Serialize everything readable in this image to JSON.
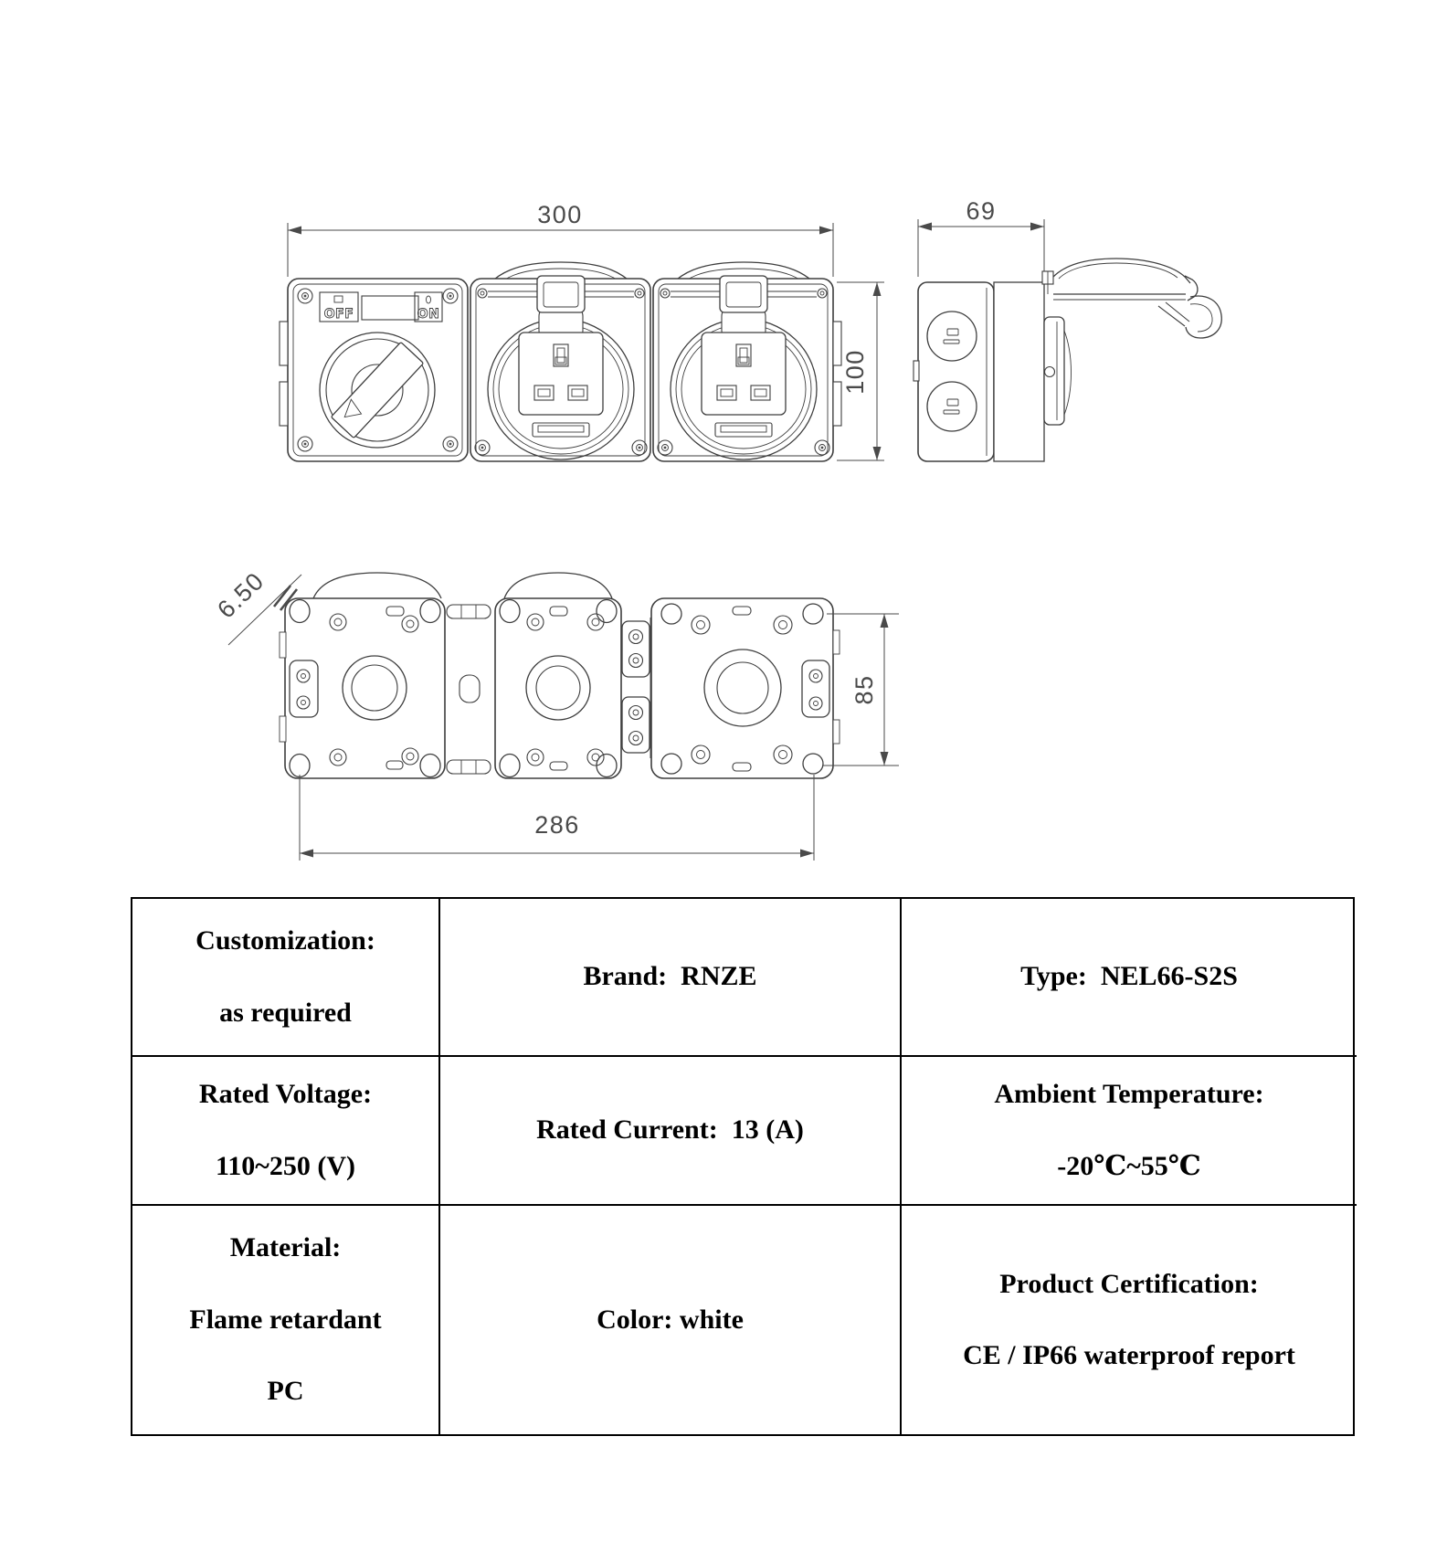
{
  "colors": {
    "background": "#ffffff",
    "drawing_ink": "#3e3e3e",
    "table_border": "#000000",
    "table_text": "#000000"
  },
  "drawing": {
    "front_view": {
      "dim_width": "300",
      "dim_height": "100",
      "switch": {
        "off_label": "OFF",
        "on_label": "ON"
      }
    },
    "side_view": {
      "dim_depth": "69"
    },
    "back_view": {
      "dim_hole_diameter": "6.50",
      "dim_height": "85",
      "dim_width": "286"
    }
  },
  "table": {
    "rows": [
      {
        "cells": [
          {
            "lines": [
              "Customization:",
              "as required"
            ]
          },
          {
            "lines": [
              "Brand:  RNZE"
            ]
          },
          {
            "lines": [
              "Type:  NEL66-S2S"
            ]
          }
        ]
      },
      {
        "cells": [
          {
            "lines": [
              "Rated Voltage:",
              "110~250 (V)"
            ]
          },
          {
            "lines": [
              "Rated Current:  13 (A)"
            ]
          },
          {
            "lines": [
              "Ambient Temperature:",
              "-20℃~55℃"
            ]
          }
        ]
      },
      {
        "cells": [
          {
            "lines": [
              "Material:",
              "Flame retardant",
              "PC"
            ]
          },
          {
            "lines": [
              "Color: white"
            ]
          },
          {
            "lines": [
              "Product Certification:",
              "CE / IP66 waterproof report"
            ]
          }
        ]
      }
    ]
  }
}
